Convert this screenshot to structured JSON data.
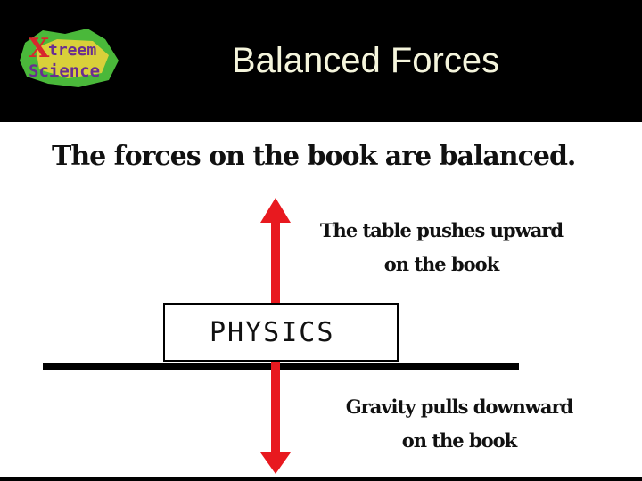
{
  "header": {
    "title": "Balanced Forces",
    "logo": {
      "line1": "treem",
      "line2": "Science",
      "initial": "X",
      "colors": {
        "green": "#4ab83a",
        "red": "#d8262d",
        "purple": "#6a2d91",
        "yellow": "#f2d43b"
      }
    }
  },
  "diagram": {
    "caption": "The forces on the book are balanced.",
    "book_label": "PHYSICS",
    "upward_label_line1": "The table pushes upward",
    "upward_label_line2": "on the book",
    "downward_label_line1": "Gravity pulls downward",
    "downward_label_line2": "on the book",
    "arrow_color": "#e8191f"
  }
}
